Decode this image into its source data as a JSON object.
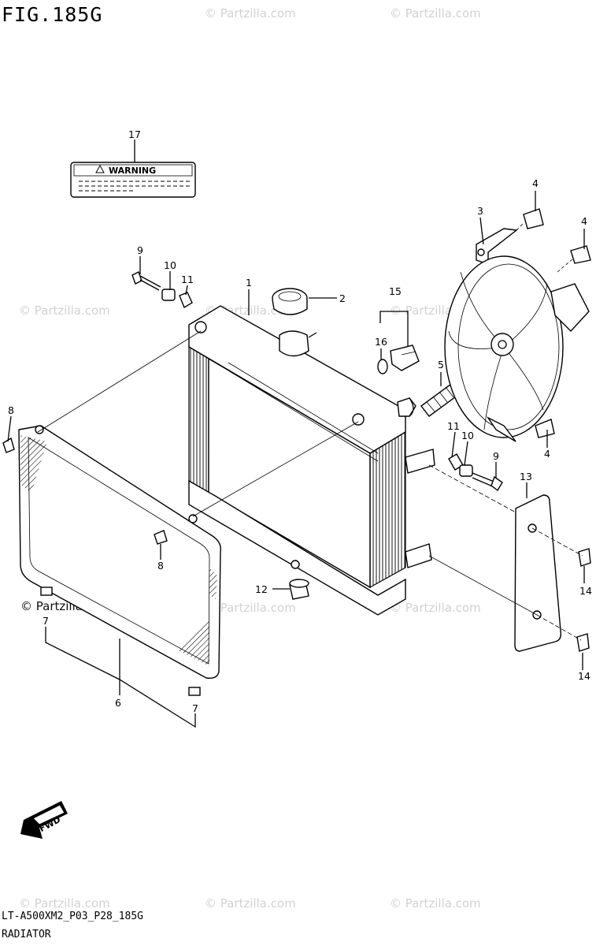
{
  "figure": {
    "title": "FIG.185G",
    "code": "LT-A500XM2_P03_P28_185G",
    "name": "RADIATOR"
  },
  "watermark": {
    "text": "© Partzilla.com",
    "dark_text": "© Partzilla.com"
  },
  "label": {
    "warning_text": "WARNING"
  },
  "fwd_label": "FWD",
  "callouts": [
    {
      "id": "c1",
      "num": "1"
    },
    {
      "id": "c2",
      "num": "2"
    },
    {
      "id": "c3",
      "num": "3"
    },
    {
      "id": "c4a",
      "num": "4"
    },
    {
      "id": "c4b",
      "num": "4"
    },
    {
      "id": "c4c",
      "num": "4"
    },
    {
      "id": "c5",
      "num": "5"
    },
    {
      "id": "c6",
      "num": "6"
    },
    {
      "id": "c7a",
      "num": "7"
    },
    {
      "id": "c7b",
      "num": "7"
    },
    {
      "id": "c8a",
      "num": "8"
    },
    {
      "id": "c8b",
      "num": "8"
    },
    {
      "id": "c9a",
      "num": "9"
    },
    {
      "id": "c9b",
      "num": "9"
    },
    {
      "id": "c10a",
      "num": "10"
    },
    {
      "id": "c10b",
      "num": "10"
    },
    {
      "id": "c11a",
      "num": "11"
    },
    {
      "id": "c11b",
      "num": "11"
    },
    {
      "id": "c12",
      "num": "12"
    },
    {
      "id": "c13",
      "num": "13"
    },
    {
      "id": "c14a",
      "num": "14"
    },
    {
      "id": "c14b",
      "num": "14"
    },
    {
      "id": "c15",
      "num": "15"
    },
    {
      "id": "c16",
      "num": "16"
    },
    {
      "id": "c17",
      "num": "17"
    }
  ]
}
